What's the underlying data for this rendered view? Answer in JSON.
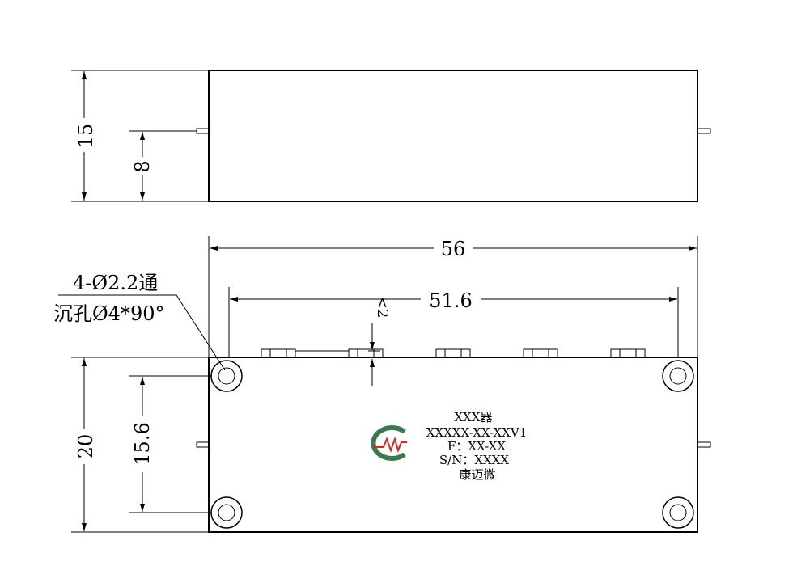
{
  "dimensions": {
    "side_height": "15",
    "pin_height": "8",
    "total_width": "56",
    "hole_spacing_x": "51.6",
    "connector_protrusion": "<2",
    "plan_height": "20",
    "hole_spacing_y": "15.6"
  },
  "hole_note": {
    "line1": "4-Ø2.2通",
    "line2": "沉孔Ø4*90°"
  },
  "label": {
    "line1": "XXX器",
    "line2": "XXXXX-XX-XXV1",
    "line3": "F：XX-XX",
    "line4": "S/N：XXXX",
    "line5": "康迈微"
  },
  "logo": {
    "icon": "company-logo-icon",
    "ring_color": "#3a7a4e",
    "mark_color": "#d02a2a"
  }
}
